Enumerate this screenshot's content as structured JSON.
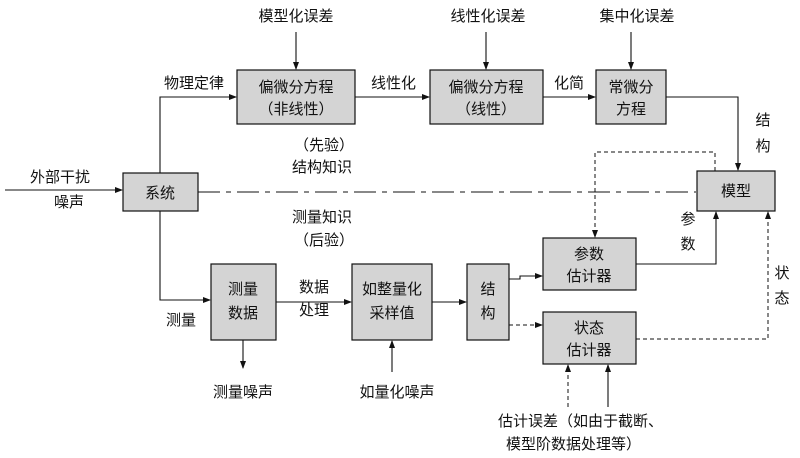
{
  "blocks": {
    "nonlinear_pde": [
      "偏微分方程",
      "（非线性）"
    ],
    "linear_pde": [
      "偏微分方程",
      "（线性）"
    ],
    "ode": [
      "常微分",
      "方程"
    ],
    "system": [
      "系统"
    ],
    "model": [
      "模型"
    ],
    "param_estimator": [
      "参数",
      "估计器"
    ],
    "state_estimator": [
      "状态",
      "估计器"
    ],
    "measured_data": [
      "测量",
      "数据"
    ],
    "quantized_sample": [
      "如整量化",
      "采样值"
    ],
    "structure": [
      "结",
      "构"
    ]
  },
  "labels": {
    "model_err": "模型化误差",
    "linear_err": "线性化误差",
    "lump_err": "集中化误差",
    "physics": "物理定律",
    "linearize": "线性化",
    "simplify": "化简",
    "prior": [
      "（先验）",
      "结构知识"
    ],
    "posterior": [
      "测量知识",
      "（后验）"
    ],
    "disturb": [
      "外部干扰",
      "噪声"
    ],
    "measure": "测量",
    "data_proc": [
      "数据",
      "处理"
    ],
    "meas_noise": "测量噪声",
    "quant_noise": "如量化噪声",
    "est_err": [
      "估计误差（如由于截断、",
      "模型阶数据处理等）"
    ],
    "struct_side": [
      "结",
      "构"
    ],
    "param_side": [
      "参",
      "数"
    ],
    "state_side": [
      "状",
      "态"
    ]
  }
}
